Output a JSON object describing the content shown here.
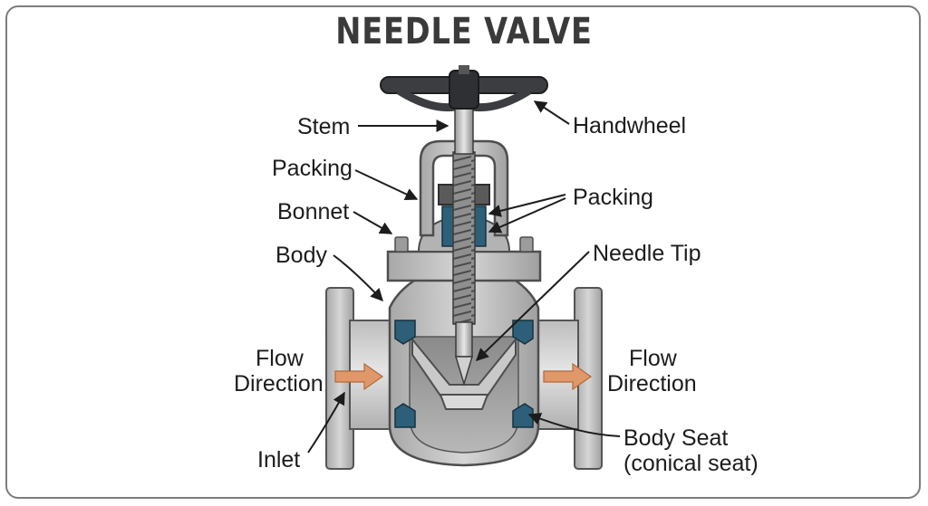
{
  "title": "NEEDLE VALVE",
  "labels": {
    "stem": "Stem",
    "handwheel": "Handwheel",
    "packing_left": "Packing",
    "packing_right": "Packing",
    "bonnet": "Bonnet",
    "body": "Body",
    "needle_tip": "Needle Tip",
    "flow_left_line1": "Flow",
    "flow_left_line2": "Direction",
    "flow_right_line1": "Flow",
    "flow_right_line2": "Direction",
    "inlet": "Inlet",
    "body_seat_line1": "Body Seat",
    "body_seat_line2": "(conical seat)"
  },
  "colors": {
    "metal_light": "#d4d4d4",
    "metal_mid": "#a9a9a9",
    "metal_dark": "#6e6e6e",
    "handwheel": "#3b3d40",
    "seal_teal": "#2e5f78",
    "flow_arrow": "#e0986a"
  }
}
